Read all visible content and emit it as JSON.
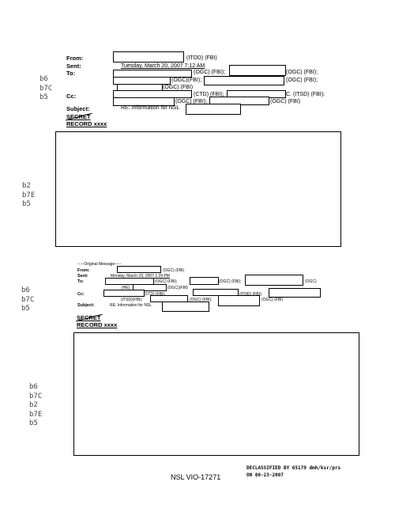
{
  "email1": {
    "from_label": "From:",
    "sent_label": "Sent:",
    "to_label": "To:",
    "cc_label": "Cc:",
    "subject_label": "Subject:",
    "from_suffix": "(ITOD) (FBI)",
    "sent_value": "Tuesday, March 20, 2007 7:12 AM",
    "to_r1a": "(OGC) (FBI);",
    "to_r1b": "(OGC) (FBI);",
    "to_r2a": "(OGC)(FBI);",
    "to_r2b": "(OGC) (FBI);",
    "to_r3": "(OGC) (FBI)",
    "cc_r1a": "(CTD) (FBI);",
    "cc_r1b": "C. (ITSD) (FBI);",
    "cc_r2a": "(OGC) (FBI);",
    "cc_r2b": "(OGC) (FBI)",
    "subject_value": "RE: Information for NSL",
    "classification": "SECRET",
    "record": "RECORD xxxx"
  },
  "exemptions1": [
    "b6",
    "b7C",
    "b5"
  ],
  "exemptions2": [
    "b2",
    "b7E",
    "b5"
  ],
  "email2": {
    "original_message": "-----Original Message-----",
    "from_label": "From:",
    "sent_label": "Sent:",
    "to_label": "To:",
    "cc_label": "Cc:",
    "subject_label": "Subject:",
    "from_suffix": "(OGC) (FBI)",
    "sent_value": "Monday, March 19, 2007 1:29 PM",
    "to_r1a": "(OGC) (FBI);",
    "to_r1b": "(OGC) (FBI);",
    "to_r1c": "(OGC)",
    "to_r2a": "(HE)",
    "to_r2b": "(OGC)(FBI)",
    "cc_r1a": "(CTD) (FBI);",
    "cc_r1b": "(ITOD) (FBI);",
    "cc_r2a": "(ITSD)(FBI);",
    "cc_r2b": "(OGC) (FBI);",
    "cc_r2c": "(OGC) (FBI)",
    "subject_value": "RE: Information for NSL",
    "classification": "SECRET",
    "record": "RECORD xxxx"
  },
  "exemptions3": [
    "b6",
    "b7C",
    "b5"
  ],
  "exemptions4": [
    "b6",
    "b7C",
    "b2",
    "b7E",
    "b5"
  ],
  "footer": {
    "doc_id": "NSL VIO-17271",
    "declass_line1": "DECLASSIFIED BY 65179 dmh/ksr/prs",
    "declass_line2": "ON 06-23-2007"
  }
}
